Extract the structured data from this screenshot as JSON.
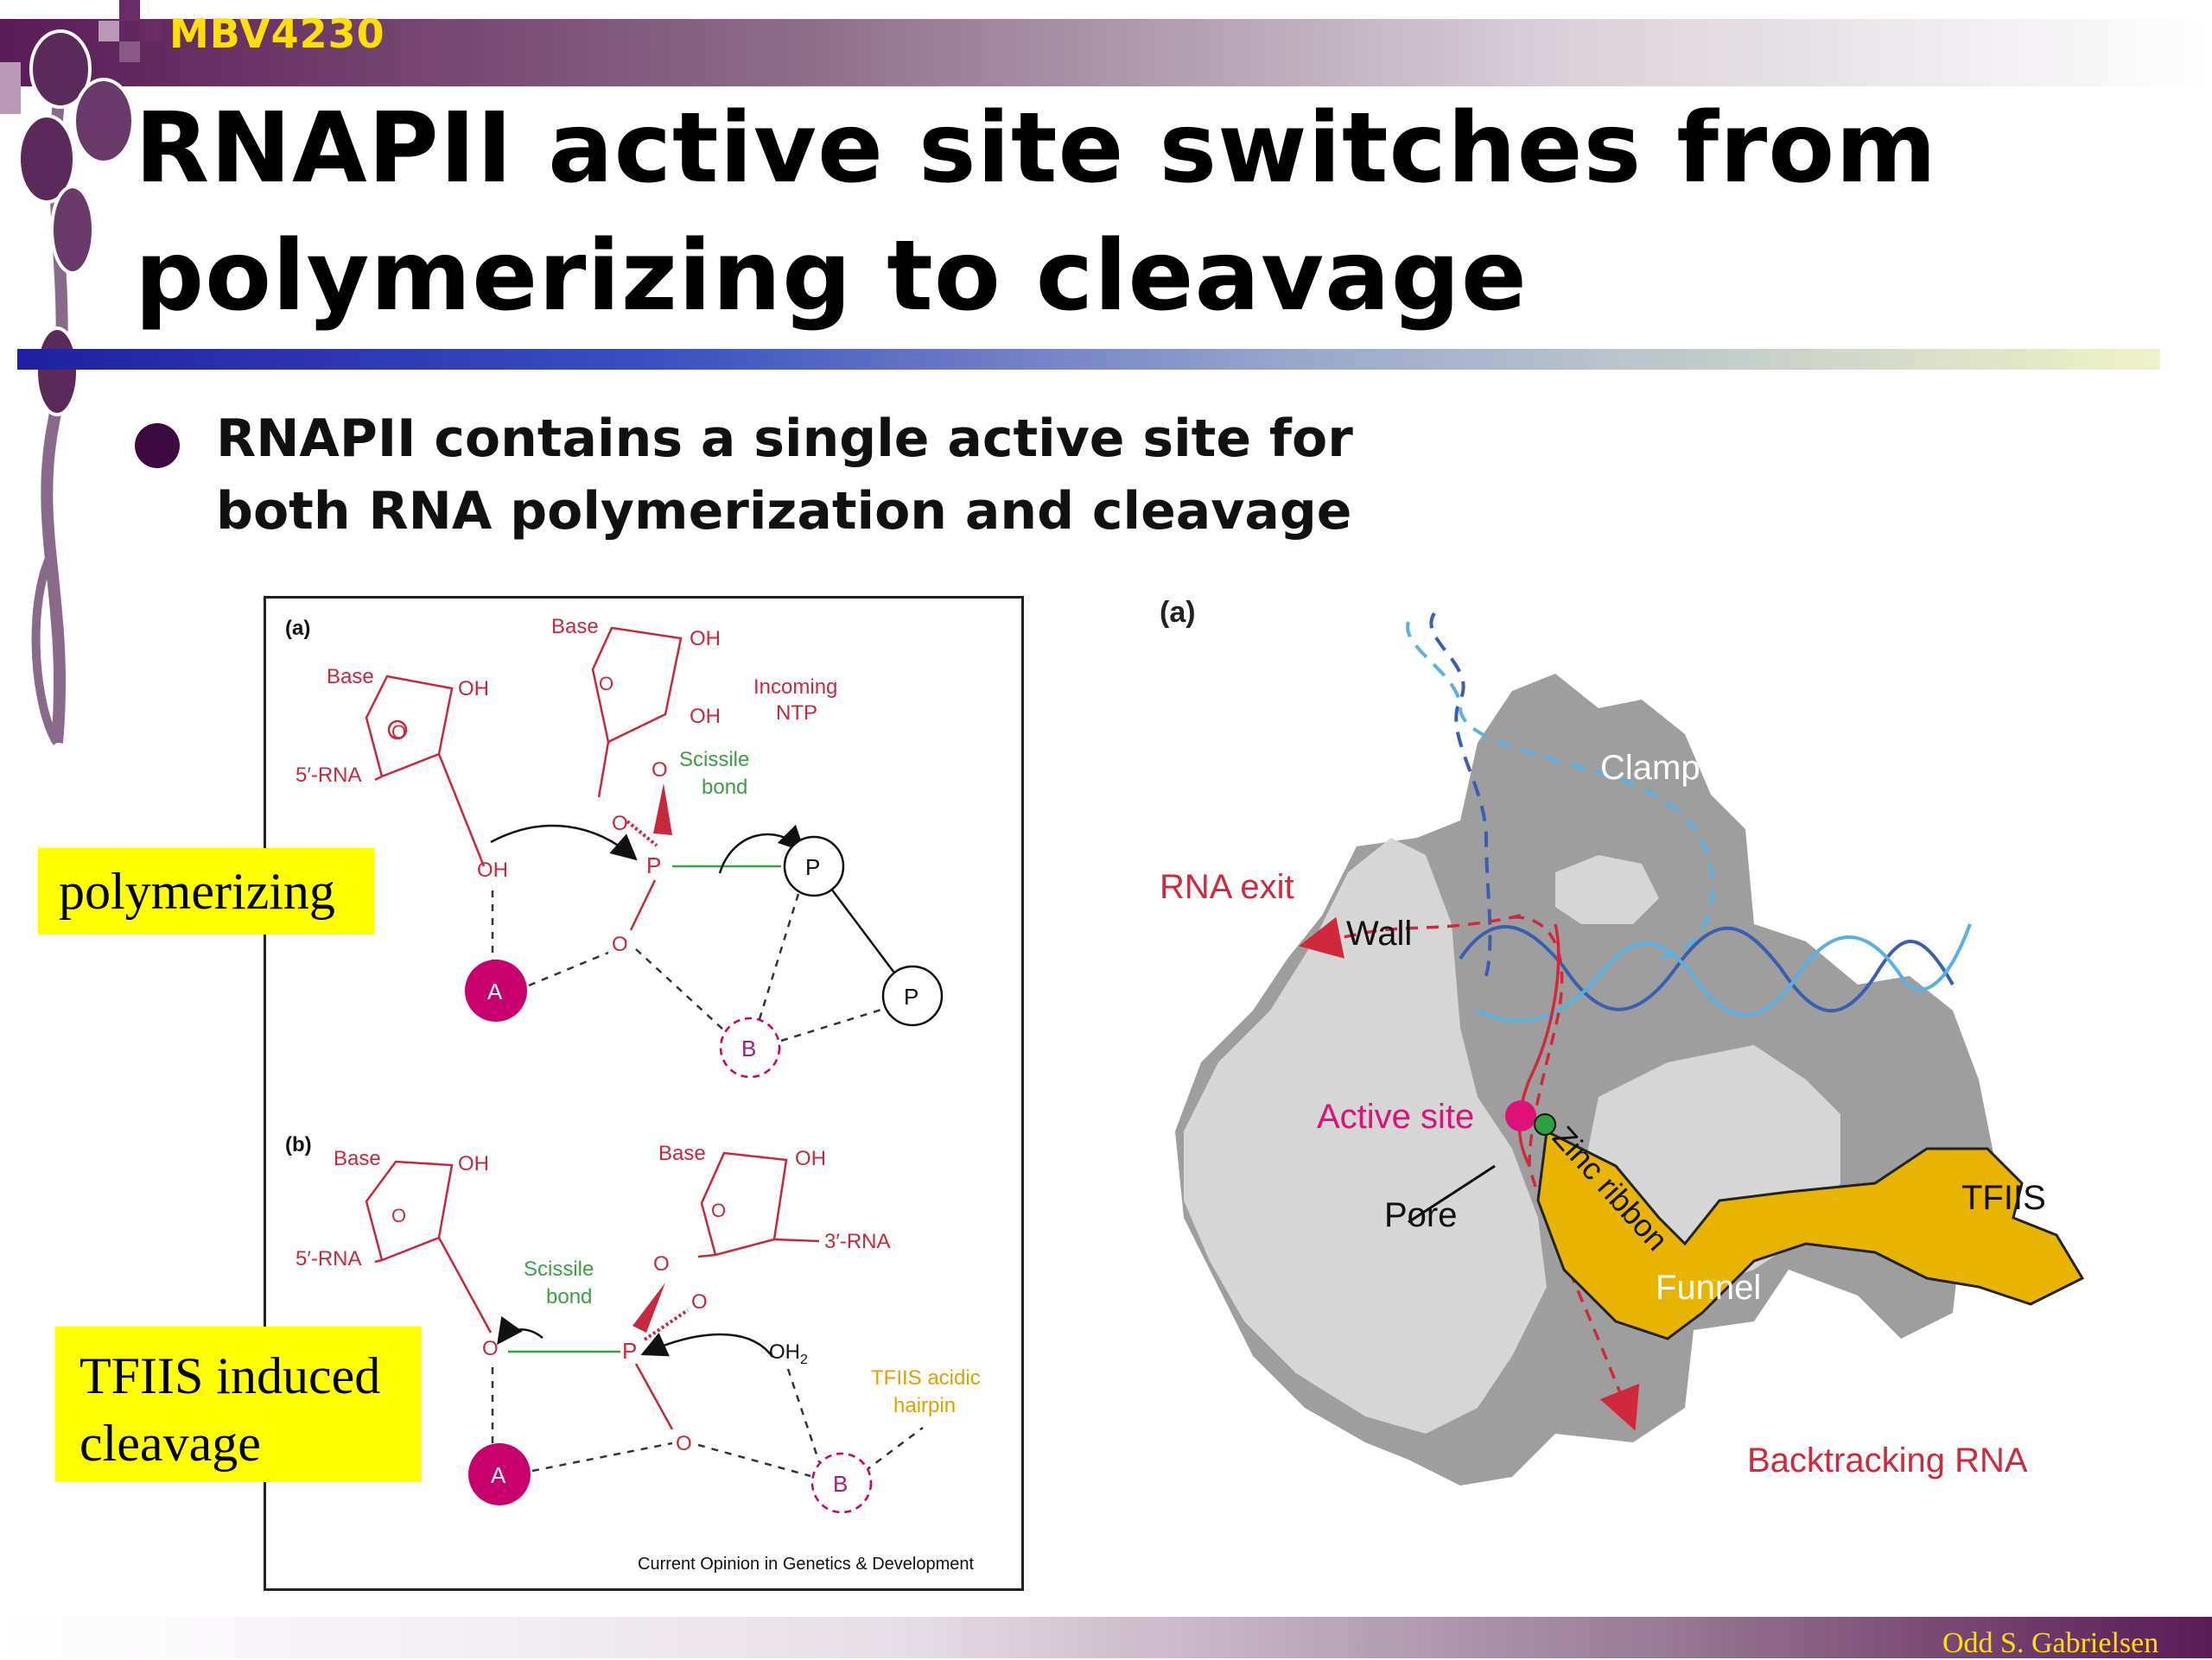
{
  "header": {
    "course_code": "MBV4230"
  },
  "slide": {
    "title": "RNAPII active site switches from polymerizing to cleavage",
    "bullet": "RNAPII contains a single active site for both RNA polymerization and cleavage"
  },
  "labels": {
    "polymerizing": "polymerizing",
    "cleavage": "TFIIS induced cleavage"
  },
  "left_figure": {
    "panel_a": "(a)",
    "panel_b": "(b)",
    "base": "Base",
    "oh": "OH",
    "rna5": "5′-RNA",
    "rna3": "3′-RNA",
    "incoming_ntp": [
      "Incoming",
      "NTP"
    ],
    "scissile_bond": [
      "Scissile",
      "bond"
    ],
    "o": "O",
    "p": "P",
    "metal_a": "A",
    "metal_b": "B",
    "oh2": "OH",
    "oh2_sub": "2",
    "tfiis_hairpin": [
      "TFIIS acidic",
      "hairpin"
    ],
    "credit": "Current Opinion in Genetics & Development"
  },
  "right_figure": {
    "panel": "(a)",
    "clamp": "Clamp",
    "rna_exit": "RNA exit",
    "wall": "Wall",
    "active_site": "Active site",
    "pore": "Pore",
    "zinc_ribbon": "Zinc ribbon",
    "tfiis": "TFIIS",
    "funnel": "Funnel",
    "backtracking": "Backtracking RNA"
  },
  "footer": {
    "author": "Odd S. Gabrielsen"
  },
  "colors": {
    "accent_purple": "#5a1a56",
    "title_yellow": "#ffe000",
    "rna_red": "#c8283c",
    "scissile_green": "#3aa040",
    "metal_magenta": "#c8006e",
    "tfiis_gold": "#e8b400",
    "dna_blue": "#3a5fb0"
  }
}
